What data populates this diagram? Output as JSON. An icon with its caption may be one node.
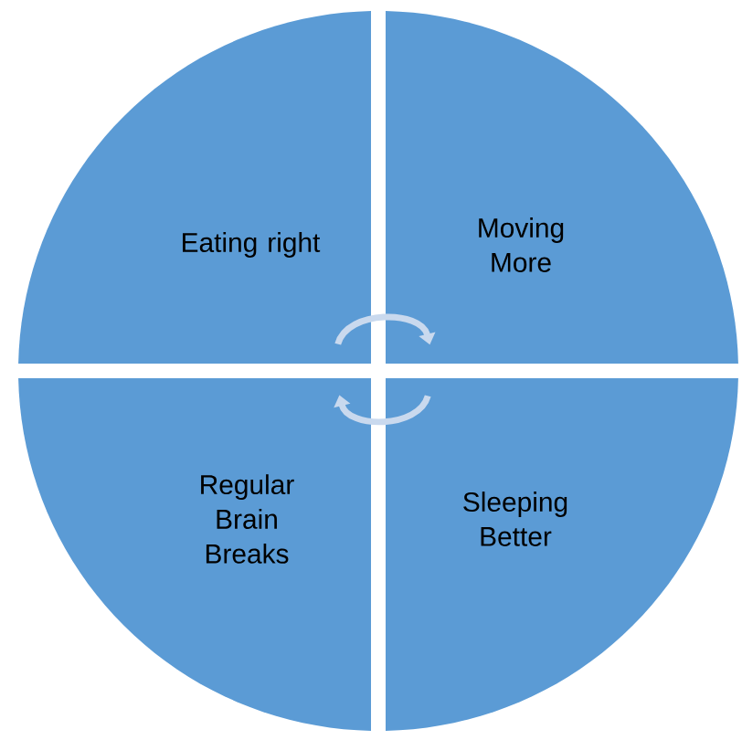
{
  "diagram": {
    "nodes": [
      {
        "text": [
          "Eating right"
        ]
      },
      {
        "text": [
          "Moving More"
        ]
      },
      {
        "text": [
          "Regular Brain Breaks"
        ]
      },
      {
        "text": [
          "Sleeping Better"
        ]
      }
    ],
    "edges": [
      {
        "from": 0,
        "to": 1,
        "arrow": "to"
      },
      {
        "from": 3,
        "to": 2,
        "arrow": "to"
      }
    ]
  }
}
